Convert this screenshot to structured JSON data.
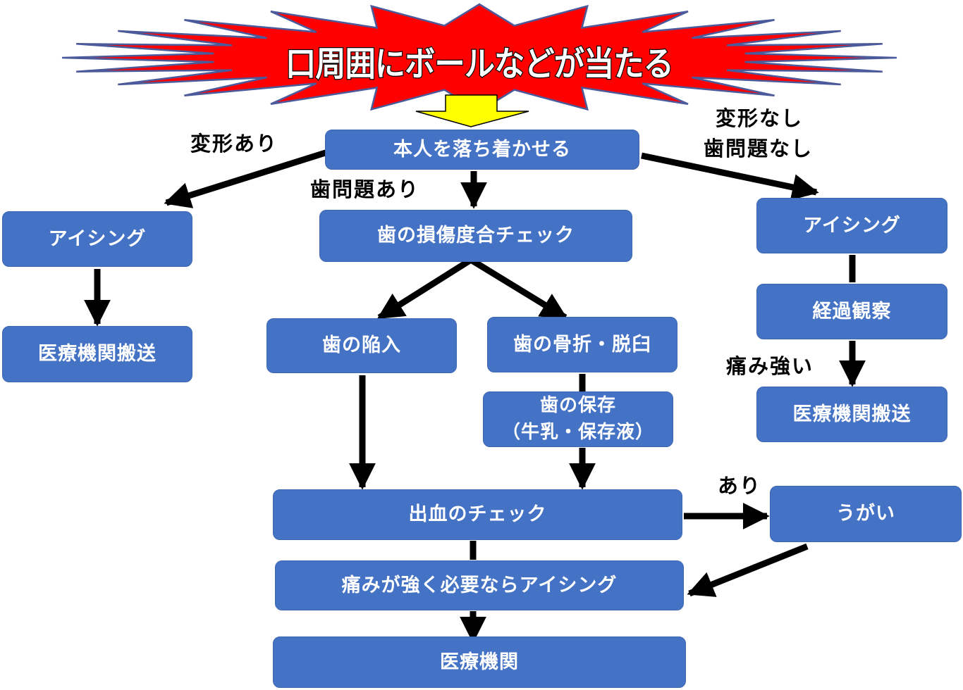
{
  "colors": {
    "box_fill": "#4472C4",
    "box_text": "#FFFFFF",
    "burst_fill": "#FF0000",
    "burst_outline": "#4A5A9A",
    "start_arrow_fill": "#FFFF00",
    "connector": "#000000"
  },
  "header": {
    "burst_title": "口周囲にボールなどが当たる"
  },
  "nodes": {
    "calm": "本人を落ち着かせる",
    "left_icing": "アイシング",
    "left_transport": "医療機関搬送",
    "damage_check": "歯の損傷度合チェック",
    "intrusion": "歯の陥入",
    "fracture": "歯の骨折・脱臼",
    "preserve_line1": "歯の保存",
    "preserve_line2": "（牛乳・保存液）",
    "right_icing": "アイシング",
    "observe": "経過観察",
    "right_transport": "医療機関搬送",
    "bleeding_check": "出血のチェック",
    "gargle": "うがい",
    "icing_if_needed": "痛みが強く必要ならアイシング",
    "medical": "医療機関"
  },
  "edge_labels": {
    "deformed": "変形あり",
    "tooth_problem": "歯問題あり",
    "no_deform_line1": "変形なし",
    "no_deform_line2": "歯問題なし",
    "strong_pain": "痛み強い",
    "bleeding_yes": "あり"
  }
}
